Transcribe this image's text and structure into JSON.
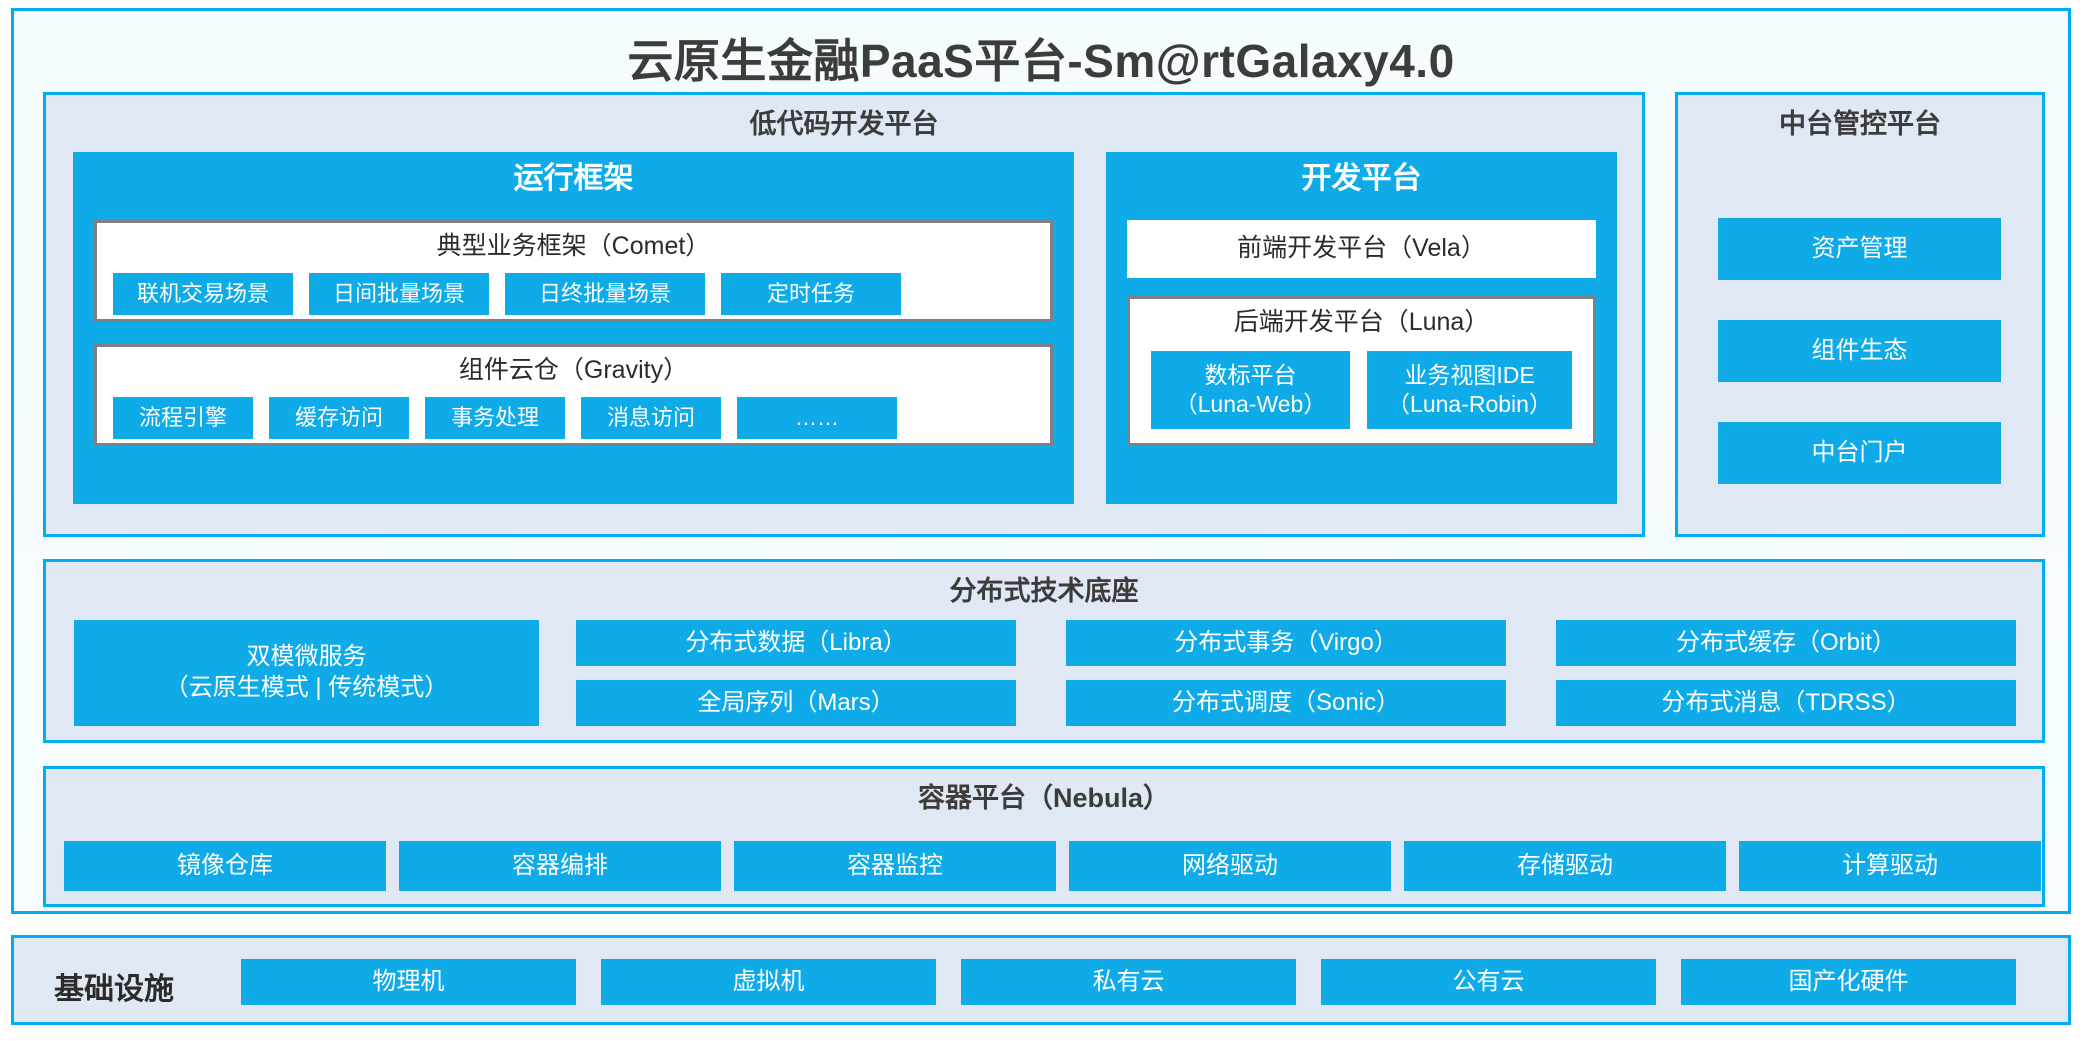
{
  "colors": {
    "accent_blue": "#0FABE8",
    "frame_blue": "#00AEEF",
    "panel_bg": "#e0e9f3",
    "box_border_grey": "#808080",
    "text_dark": "#3c3c3c"
  },
  "header": {
    "title": "云原生金融PaaS平台-Sm@rtGalaxy4.0"
  },
  "lowcode": {
    "title": "低代码开发平台",
    "runtime": {
      "title": "运行框架",
      "comet": {
        "title": "典型业务框架（Comet）",
        "chips": [
          "联机交易场景",
          "日间批量场景",
          "日终批量场景",
          "定时任务"
        ]
      },
      "gravity": {
        "title": "组件云仓（Gravity）",
        "chips": [
          "流程引擎",
          "缓存访问",
          "事务处理",
          "消息访问",
          "……"
        ]
      }
    },
    "devplat": {
      "title": "开发平台",
      "frontend": {
        "title": "前端开发平台（Vela）"
      },
      "backend": {
        "title": "后端开发平台（Luna）",
        "chips": [
          "数标平台\n（Luna-Web）",
          "业务视图IDE\n（Luna-Robin）"
        ]
      }
    }
  },
  "midplatform": {
    "title": "中台管控平台",
    "chips": [
      "资产管理",
      "组件生态",
      "中台门户"
    ]
  },
  "techbase": {
    "title": "分布式技术底座",
    "wide_chip": "双模微服务\n（云原生模式 | 传统模式）",
    "columns": [
      [
        "分布式数据（Libra）",
        "全局序列（Mars）"
      ],
      [
        "分布式事务（Virgo）",
        "分布式调度（Sonic）"
      ],
      [
        "分布式缓存（Orbit）",
        "分布式消息（TDRSS）"
      ]
    ]
  },
  "container": {
    "title": "容器平台（Nebula）",
    "chips": [
      "镜像仓库",
      "容器编排",
      "容器监控",
      "网络驱动",
      "存储驱动",
      "计算驱动"
    ]
  },
  "infrastructure": {
    "label": "基础设施",
    "chips": [
      "物理机",
      "虚拟机",
      "私有云",
      "公有云",
      "国产化硬件"
    ]
  }
}
